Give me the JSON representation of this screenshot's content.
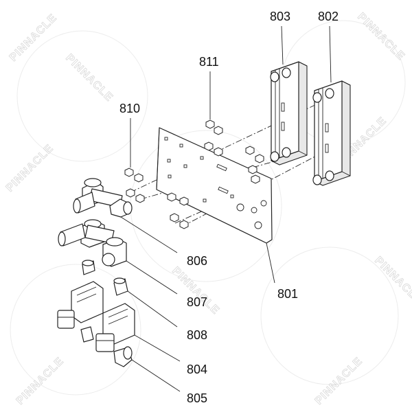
{
  "watermark": {
    "text": "PINNACLE"
  },
  "parts": [
    {
      "id": "801",
      "label": "801"
    },
    {
      "id": "802",
      "label": "802"
    },
    {
      "id": "803",
      "label": "803"
    },
    {
      "id": "804",
      "label": "804"
    },
    {
      "id": "805",
      "label": "805"
    },
    {
      "id": "806",
      "label": "806"
    },
    {
      "id": "807",
      "label": "807"
    },
    {
      "id": "808",
      "label": "808"
    },
    {
      "id": "810",
      "label": "810"
    },
    {
      "id": "811",
      "label": "811"
    }
  ]
}
